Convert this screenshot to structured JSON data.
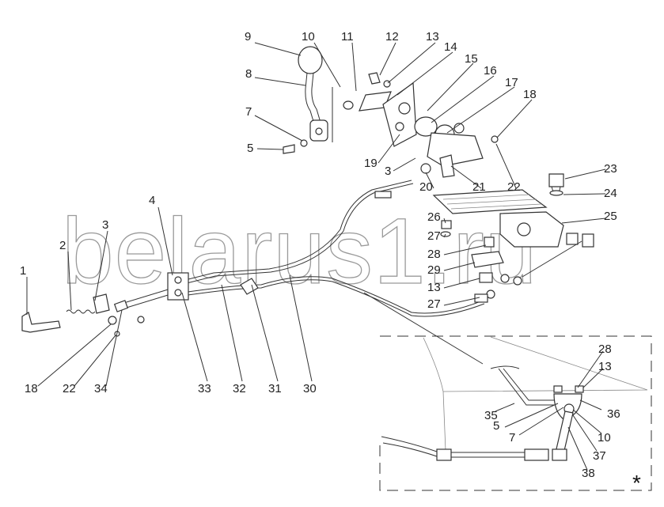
{
  "watermark": "belarus1.ru",
  "callouts": {
    "c9": "9",
    "c10": "10",
    "c11": "11",
    "c12": "12",
    "c13a": "13",
    "c14": "14",
    "c15": "15",
    "c16": "16",
    "c17": "17",
    "c18a": "18",
    "c8": "8",
    "c7": "7",
    "c5": "5",
    "c19": "19",
    "c3a": "3",
    "c20": "20",
    "c21": "21",
    "c22a": "22",
    "c23": "23",
    "c24": "24",
    "c25": "25",
    "c26": "26",
    "c27a": "27",
    "c28a": "28",
    "c29": "29",
    "c13b": "13",
    "c27b": "27",
    "c4": "4",
    "c3b": "3",
    "c2": "2",
    "c1": "1",
    "c18b": "18",
    "c22b": "22",
    "c34": "34",
    "c33": "33",
    "c32": "32",
    "c31": "31",
    "c30": "30"
  },
  "inset": {
    "c28": "28",
    "c13": "13",
    "c35": "35",
    "c36": "36",
    "c5": "5",
    "c7": "7",
    "c10": "10",
    "c37": "37",
    "c38": "38",
    "marker": "*"
  }
}
